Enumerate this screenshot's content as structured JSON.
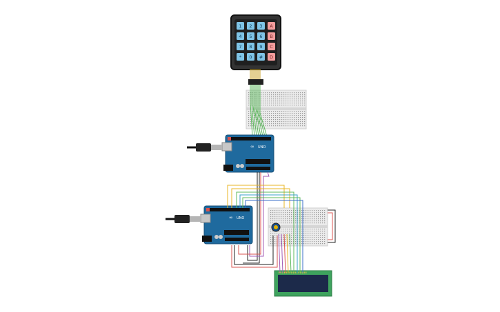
{
  "keypad": {
    "keys": [
      "1",
      "2",
      "3",
      "A",
      "4",
      "5",
      "6",
      "B",
      "7",
      "8",
      "9",
      "C",
      "*",
      "0",
      "#",
      "D"
    ]
  },
  "arduino_top": {
    "logo": "∞",
    "label": "UNO"
  },
  "arduino_bottom": {
    "logo": "∞",
    "label": "UNO"
  },
  "lcd": {
    "text_line1": "",
    "text_line2": ""
  },
  "colors": {
    "keypad_body": "#1f1f1f",
    "key_number": "#7fc4e6",
    "key_letter": "#f29c9c",
    "board_blue": "#1f6a9e",
    "breadboard": "#ebebeb",
    "lcd_pcb": "#3ea35e",
    "lcd_screen": "#1c2a4a"
  }
}
